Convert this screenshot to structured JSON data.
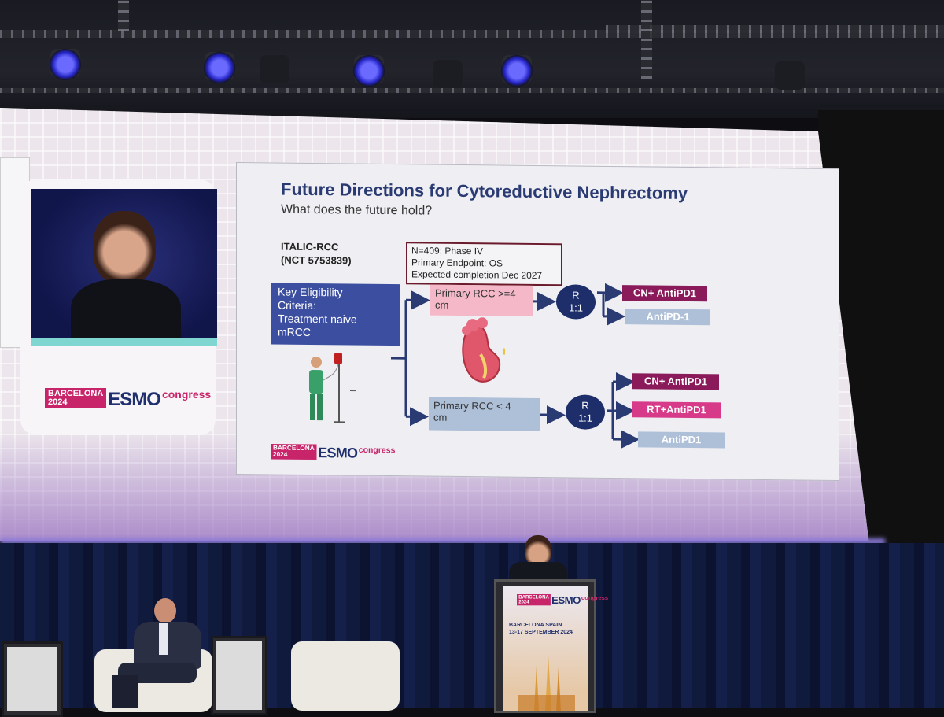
{
  "slide": {
    "title": "Future Directions for Cytoreductive Nephrectomy",
    "subtitle": "What does the future hold?",
    "trial_name_line1": "ITALIC-RCC",
    "trial_name_line2": "(NCT 5753839)",
    "study_info": [
      "N=409; Phase IV",
      "Primary Endpoint: OS",
      "Expected completion Dec 2027"
    ],
    "criteria": [
      "Key Eligibility",
      "Criteria:",
      "Treatment naive",
      "mRCC"
    ],
    "groups": [
      {
        "label_line1": "Primary RCC >=4",
        "label_line2": "cm"
      },
      {
        "label_line1": "Primary RCC < 4",
        "label_line2": "cm"
      }
    ],
    "randomization": {
      "line1": "R",
      "line2": "1:1"
    },
    "arms_upper": [
      "CN+ AntiPD1",
      "AntiPD-1"
    ],
    "arms_lower": [
      "CN+ AntiPD1",
      "RT+AntiPD1",
      "AntiPD1"
    ]
  },
  "branding": {
    "city": "BARCELONA",
    "year": "2024",
    "name": "ESMO",
    "suffix": "congress",
    "location": "BARCELONA SPAIN",
    "dates": "13-17 SEPTEMBER 2024"
  },
  "colors": {
    "title": "#2a3a73",
    "brand_pink": "#c8246a",
    "brand_navy": "#20306e",
    "criteria_box": "#3c4ea0",
    "stage_light": "#4848ff"
  }
}
